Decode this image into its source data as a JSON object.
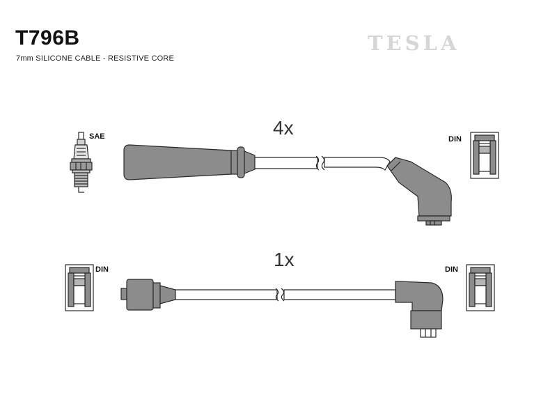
{
  "header": {
    "part_number": "T796B",
    "description": "7mm SILICONE CABLE - RESISTIVE CORE",
    "brand": "TESLA"
  },
  "cables": [
    {
      "quantity_label": "4x",
      "left_end_label": "SAE",
      "right_end_label": "DIN"
    },
    {
      "quantity_label": "1x",
      "left_end_label": "DIN",
      "right_end_label": "DIN"
    }
  ],
  "colors": {
    "boot_fill": "#8c8c8c",
    "outline": "#2a2a2a",
    "cable_fill": "#ffffff",
    "brand_color": "#d6d6d6"
  }
}
